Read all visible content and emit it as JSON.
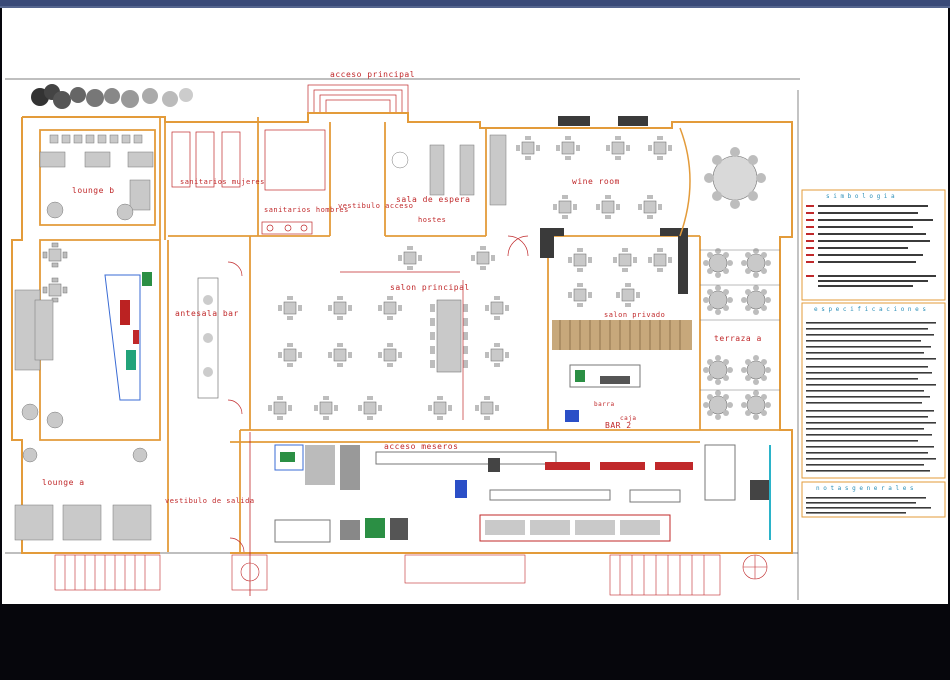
{
  "drawing": {
    "labels": {
      "acceso_principal": "acceso principal",
      "lounge_b": "lounge b",
      "sanitarios_mujeres": "sanitarios mujeres",
      "sanitarios_hombres": "sanitarios hombres",
      "vestibulo_acceso": "vestibulo acceso",
      "sala_de_espera": "sala de espera",
      "hostes": "hostes",
      "wine_room": "wine room",
      "salon_principal": "salon principal",
      "antesala_bar": "antesala bar",
      "salon_privado": "salon privado",
      "terraza_a": "terraza a",
      "bar_2": "BAR 2",
      "barra": "barra",
      "caja": "caja",
      "acceso_meseros": "acceso meseros",
      "vestibulo_de_salida": "vestibulo de salida",
      "lounge_a": "lounge a"
    },
    "legend": {
      "title_simbologia": "s i m b o l o g i a",
      "title_especificaciones": "e s p e c i f i c a c i o n e s",
      "title_notas": "n o t a s   g e n e r a l e s"
    }
  },
  "colors": {
    "wall": "#e39b3a",
    "text": "#c0282a",
    "furniture": "#9a9a9a",
    "legend_border": "#e39b3a",
    "legend_title": "#2b8fb8"
  }
}
